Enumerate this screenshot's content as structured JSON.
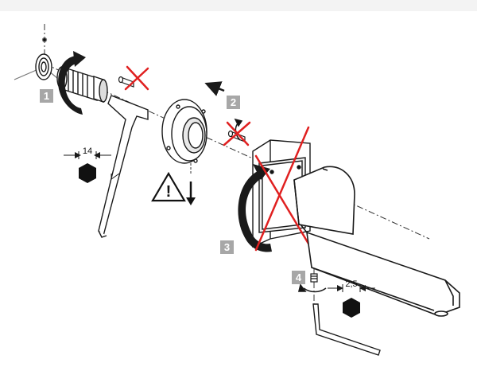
{
  "steps": {
    "s1": "1",
    "s2": "2",
    "s3": "3",
    "s4": "4"
  },
  "wrench_sizes": {
    "large": "14",
    "small": "2,5"
  },
  "icons": {
    "warning": "warning-triangle-icon",
    "cross": "red-x-icon",
    "rotate": "rotation-arrow-icon"
  },
  "colors": {
    "line": "#1a1a1a",
    "step_badge": "#a7a7a7",
    "cross": "#e02020",
    "background": "#ffffff"
  }
}
